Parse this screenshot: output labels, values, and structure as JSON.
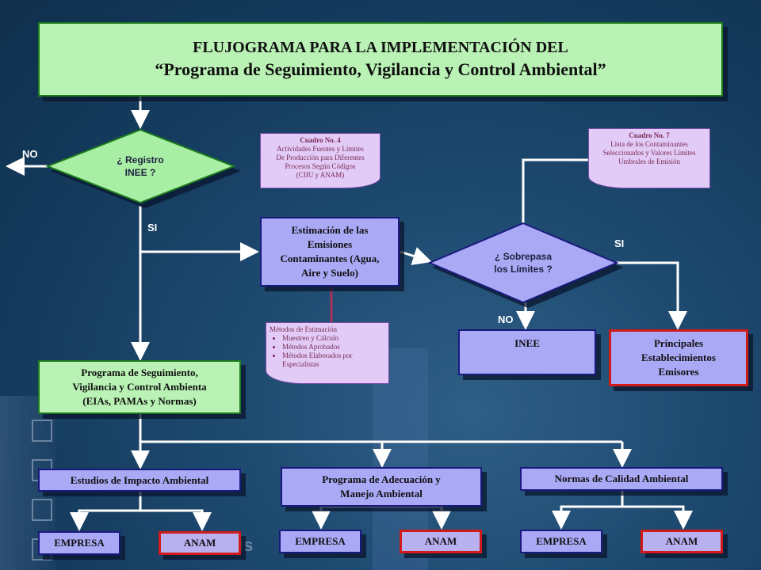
{
  "title": {
    "line1": "FLUJOGRAMA PARA LA IMPLEMENTACIÓN DEL",
    "line2": "“Programa de Seguimiento, Vigilancia y Control Ambiental”"
  },
  "decision_inee": {
    "line1": "¿ Registro",
    "line2": "INEE ?"
  },
  "decision_limites": {
    "line1": "¿ Sobrepasa",
    "line2": "los Límites ?"
  },
  "labels": {
    "no_left": "NO",
    "si_left": "SI",
    "si_right": "SI",
    "no_bottom": "NO"
  },
  "note_cuadro4": {
    "title": "Cuadro No. 4",
    "lines": [
      "Actividades Fuentes y Límites",
      "De Producción para Diferentes",
      "Procesos Según Códigos",
      "(CIIU y ANAM)"
    ]
  },
  "note_cuadro7": {
    "title": "Cuadro No. 7",
    "lines": [
      "Lista de los Contaminantes",
      "Seleccionados y Valores Límites",
      "Umbrales de Emisión"
    ]
  },
  "estimacion": {
    "lines": [
      "Estimación de las",
      "Emisiones",
      "Contaminantes (Agua,",
      "Aire y Suelo)"
    ]
  },
  "metodos": {
    "title": "Métodos de Estimación",
    "items": [
      "Muestreo y Cálculo",
      "Métodos Aprobados",
      "Métodos Elaborados por Especialistas"
    ]
  },
  "programa": {
    "lines": [
      "Programa de Seguimiento,",
      "Vigilancia y Control Ambienta",
      "(EIAs, PAMAs y Normas)"
    ]
  },
  "inee_box": "INEE",
  "principales": {
    "lines": [
      "Principales",
      "Establecimientos",
      "Emisores"
    ]
  },
  "estudios": "Estudios de Impacto Ambiental",
  "adecuacion": {
    "lines": [
      "Programa de Adecuación y",
      "Manejo Ambiental"
    ]
  },
  "normas": "Normas de Calidad Ambiental",
  "empresa1": "EMPRESA",
  "anam1": "ANAM",
  "empresa2": "EMPRESA",
  "anam2": "ANAM",
  "empresa3": "EMPRESA",
  "anam3": "ANAM",
  "watermark": "louis",
  "colors": {
    "green_fill": "#b9f2b4",
    "blue_fill": "#a9a9f6",
    "red_border": "#d11a1a",
    "note_fill": "#e2ccf7"
  }
}
